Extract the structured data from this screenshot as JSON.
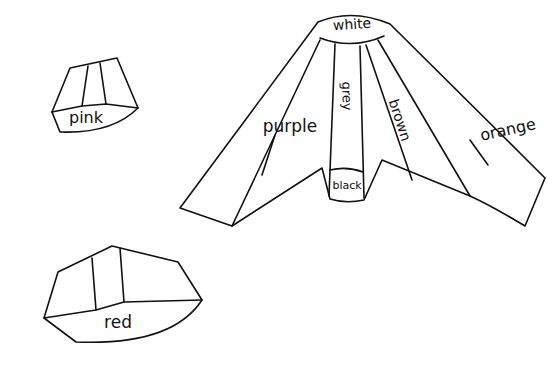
{
  "diagram": {
    "labels": [
      "pink",
      "red",
      "white",
      "purple",
      "grey",
      "black",
      "brown",
      "orange"
    ]
  }
}
